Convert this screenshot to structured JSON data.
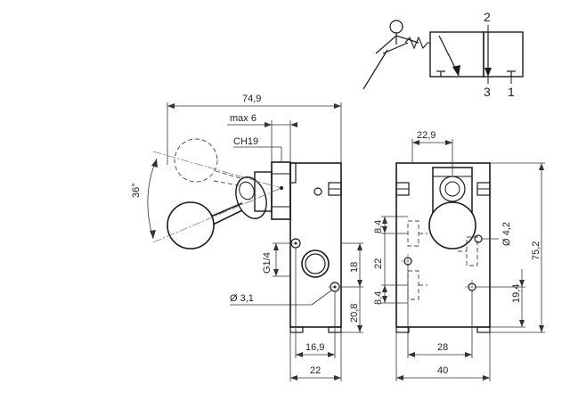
{
  "symbol": {
    "port_labels": [
      "2",
      "3",
      "1"
    ]
  },
  "side_view": {
    "dims": {
      "overall_width": "74,9",
      "max_offset": "max 6",
      "wrench": "CH19",
      "angle": "36°",
      "port_thread": "G1/4",
      "hole_dia": "Ø 3,1",
      "height_18": "18",
      "height_20_8": "20,8",
      "hole_spacing": "16,9",
      "body_width": "22"
    }
  },
  "front_view": {
    "dims": {
      "top_width": "22,9",
      "pitch_upper": "8,4",
      "pitch_middle": "22",
      "pitch_lower": "8,4",
      "hole_dia": "Ø 4,2",
      "total_height": "75,2",
      "hole_height": "19,4",
      "hole_spacing": "28",
      "body_width": "40"
    }
  }
}
